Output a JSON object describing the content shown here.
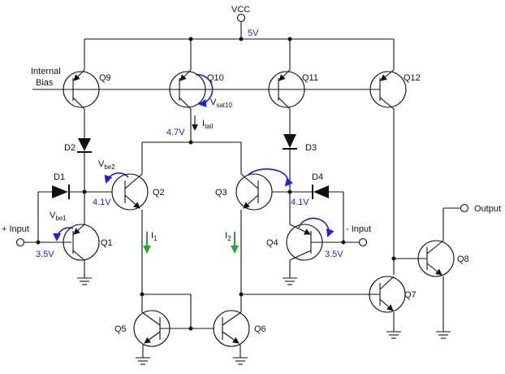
{
  "colors": {
    "wire": "#111111",
    "voltage_annotation": "#1a1aff",
    "current_arrow": "#22a83a"
  },
  "supply": {
    "name": "VCC",
    "voltage": "5V"
  },
  "labels": {
    "internal_bias_line1": "Internal",
    "internal_bias_line2": "Bias",
    "plus_input": "+ Input",
    "minus_input": "- Input",
    "output": "Output",
    "tail_node_voltage": "4.7V",
    "itail_main": "I",
    "itail_sub": "tail",
    "vsat10_main": "V",
    "vsat10_sub": "sat10",
    "vbe2_main": "V",
    "vbe2_sub": "be2",
    "vbe1_main": "V",
    "vbe1_sub": "be1",
    "q2_emitter_voltage": "4.1V",
    "q3_emitter_voltage": "4.1V",
    "plus_input_voltage": "3.5V",
    "minus_input_voltage": "3.5V",
    "i1_main": "I",
    "i1_sub": "1",
    "i2_main": "I",
    "i2_sub": "2"
  },
  "transistors": {
    "q1": "Q1",
    "q2": "Q2",
    "q3": "Q3",
    "q4": "Q4",
    "q5": "Q5",
    "q6": "Q6",
    "q7": "Q7",
    "q8": "Q8",
    "q9": "Q9",
    "q10": "Q10",
    "q11": "Q11",
    "q12": "Q12"
  },
  "diodes": {
    "d1": "D1",
    "d2": "D2",
    "d3": "D3",
    "d4": "D4"
  }
}
